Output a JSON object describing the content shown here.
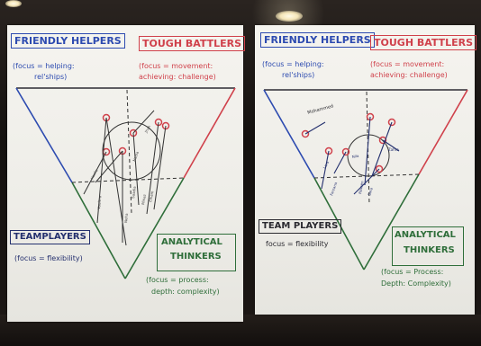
{
  "left_chart": {
    "friendly_helpers": "FRIENDLY HELPERS",
    "friendly_focus": "(focus = helping:",
    "friendly_focus2": "rel'ships)",
    "tough_battlers": "TOUGH BATTLERS",
    "tough_focus": "(focus = movement:",
    "tough_focus2": "achieving: challenge)",
    "teamplayers": "TEAMPLAYERS",
    "team_focus": "(focus = flexibility)",
    "analytical": "ANALYTICAL",
    "thinkers": "THINKERS",
    "analytical_focus": "(focus = process:",
    "analytical_focus2": "depth: complexity)"
  },
  "right_chart": {
    "friendly_helpers": "FRIENDLY HELPERS",
    "friendly_focus": "(focus = helping:",
    "friendly_focus2": "rel'ships)",
    "tough_battlers": "TOUGH BATTLERS",
    "tough_focus": "(focus = movement:",
    "tough_focus2": "achieving: challenge)",
    "teamplayers": "TEAM PLAYERS",
    "team_focus": "focus = flexibility",
    "analytical": "ANALYTICAL",
    "thinkers": "THINKERS",
    "analytical_focus": "(focus = Process:",
    "analytical_focus2": "Depth: Complexity)",
    "mohammed": "Mohammed"
  },
  "colors": {
    "blue": "#2d4bb0",
    "red": "#d0414b",
    "green": "#2f6e3a",
    "wall": "#1b1714",
    "paper": "#f2f1ec"
  }
}
